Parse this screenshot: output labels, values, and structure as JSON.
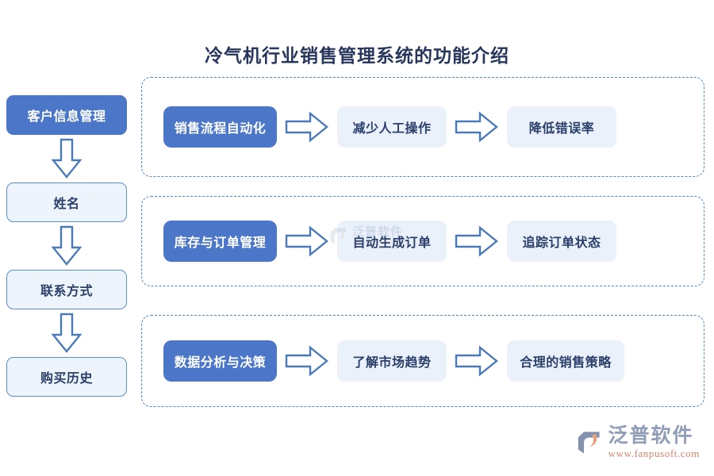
{
  "page": {
    "title": "冷气机行业销售管理系统的功能介绍"
  },
  "left_flow": {
    "header": {
      "label": "客户信息管理"
    },
    "steps": [
      {
        "label": "姓名"
      },
      {
        "label": "联系方式"
      },
      {
        "label": "购买历史"
      }
    ],
    "arrow_icon": "arrow-down-icon"
  },
  "rows": [
    {
      "source": {
        "label": "销售流程自动化"
      },
      "middle": {
        "label": "减少人工操作"
      },
      "result": {
        "label": "降低错误率"
      },
      "arrow_icon": "arrow-right-icon"
    },
    {
      "source": {
        "label": "库存与订单管理"
      },
      "middle": {
        "label": "自动生成订单"
      },
      "result": {
        "label": "追踪订单状态"
      },
      "arrow_icon": "arrow-right-icon"
    },
    {
      "source": {
        "label": "数据分析与决策"
      },
      "middle": {
        "label": "了解市场趋势"
      },
      "result": {
        "label": "合理的销售策略"
      },
      "arrow_icon": "arrow-right-icon"
    }
  ],
  "watermark": {
    "brand": "泛普软件",
    "url": "www.fanpusoft.com",
    "mark_icon": "fanpu-logo-icon"
  },
  "logo": {
    "brand": "泛普软件",
    "url": "www.fanpusoft.com",
    "mark_icon": "fanpu-logo-icon"
  },
  "colors": {
    "primary_blue": "#4c76c8",
    "light_blue": "#eaf1fa",
    "dark_text": "#2b3f6b",
    "dashed_border": "#4f86d0",
    "arrow_stroke": "#4a7ab8",
    "title_text": "#27365c",
    "logo_gray": "#8f9db7",
    "logo_orange": "#d4826b"
  }
}
